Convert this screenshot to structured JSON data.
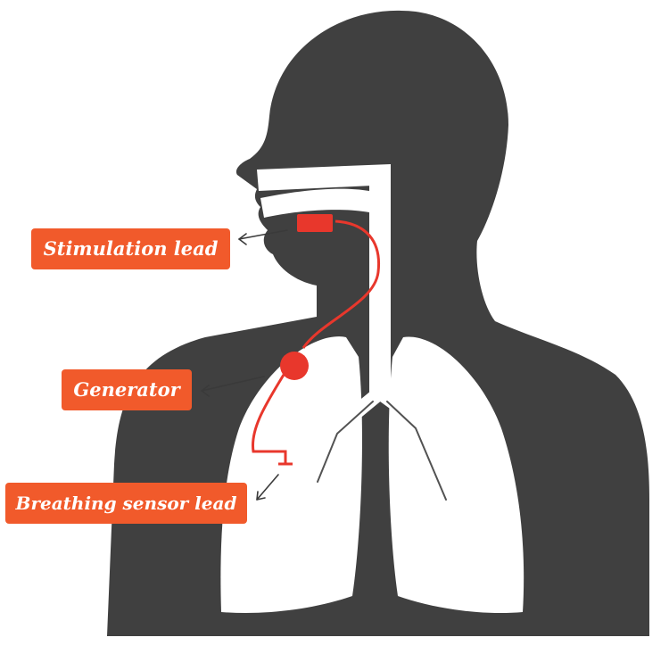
{
  "diagram": {
    "labels": {
      "stimulation_lead": "Stimulation lead",
      "generator": "Generator",
      "breathing_sensor_lead": "Breathing sensor lead"
    },
    "colors": {
      "body_silhouette": "#404040",
      "airway_and_lungs": "#ffffff",
      "device": "#e8372c",
      "label_background": "#f15a2b",
      "label_text": "#ffffff",
      "arrow": "#3a3a3a"
    }
  }
}
